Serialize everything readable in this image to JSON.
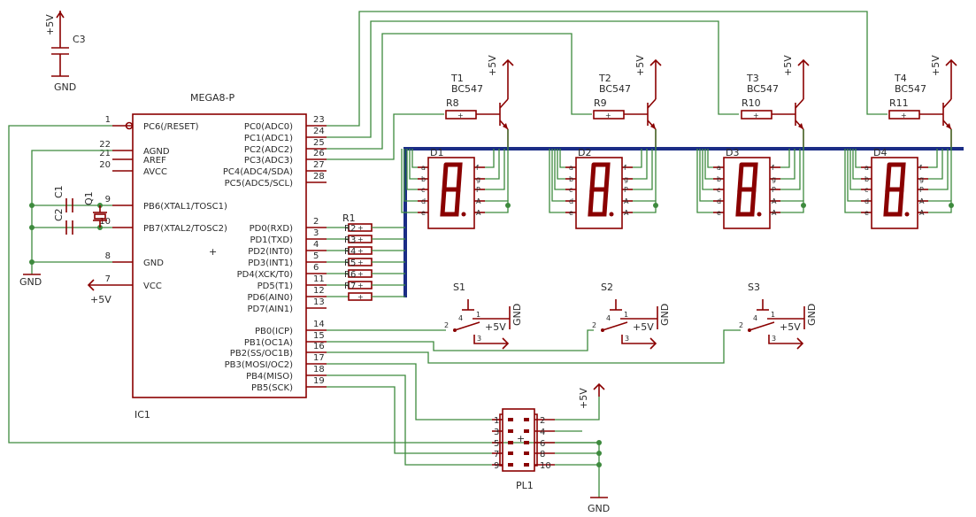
{
  "power": {
    "vcc": "+5V",
    "gnd": "GND"
  },
  "mcu": {
    "part": "MEGA8-P",
    "ref": "IC1",
    "center_mark": "+",
    "left_pins": [
      {
        "num": "1",
        "name": "PC6(/RESET)"
      },
      {
        "num": "22",
        "name": "AGND"
      },
      {
        "num": "21",
        "name": "AREF"
      },
      {
        "num": "20",
        "name": "AVCC"
      },
      {
        "num": "9",
        "name": "PB6(XTAL1/TOSC1)"
      },
      {
        "num": "10",
        "name": "PB7(XTAL2/TOSC2)"
      },
      {
        "num": "8",
        "name": "GND"
      },
      {
        "num": "7",
        "name": "VCC"
      }
    ],
    "right_pins": [
      {
        "num": "23",
        "name": "PC0(ADC0)"
      },
      {
        "num": "24",
        "name": "PC1(ADC1)"
      },
      {
        "num": "25",
        "name": "PC2(ADC2)"
      },
      {
        "num": "26",
        "name": "PC3(ADC3)"
      },
      {
        "num": "27",
        "name": "PC4(ADC4/SDA)"
      },
      {
        "num": "28",
        "name": "PC5(ADC5/SCL)"
      },
      {
        "num": "2",
        "name": "PD0(RXD)"
      },
      {
        "num": "3",
        "name": "PD1(TXD)"
      },
      {
        "num": "4",
        "name": "PD2(INT0)"
      },
      {
        "num": "5",
        "name": "PD3(INT1)"
      },
      {
        "num": "6",
        "name": "PD4(XCK/T0)"
      },
      {
        "num": "11",
        "name": "PD5(T1)"
      },
      {
        "num": "12",
        "name": "PD6(AIN0)"
      },
      {
        "num": "13",
        "name": "PD7(AIN1)"
      },
      {
        "num": "14",
        "name": "PB0(ICP)"
      },
      {
        "num": "15",
        "name": "PB1(OC1A)"
      },
      {
        "num": "16",
        "name": "PB2(SS/OC1B)"
      },
      {
        "num": "17",
        "name": "PB3(MOSI/OC2)"
      },
      {
        "num": "18",
        "name": "PB4(MISO)"
      },
      {
        "num": "19",
        "name": "PB5(SCK)"
      }
    ]
  },
  "components": {
    "c1": "C1",
    "c2": "C2",
    "c3": "C3",
    "q1": "Q1",
    "r1": "R1",
    "r1_segments": [
      "R2",
      "R3",
      "R4",
      "R5",
      "R6",
      "R7"
    ]
  },
  "transistors": [
    {
      "ref": "T1",
      "part": "BC547",
      "resistor": "R8"
    },
    {
      "ref": "T2",
      "part": "BC547",
      "resistor": "R9"
    },
    {
      "ref": "T3",
      "part": "BC547",
      "resistor": "R10"
    },
    {
      "ref": "T4",
      "part": "BC547",
      "resistor": "R11"
    }
  ],
  "displays": {
    "refs": [
      "D1",
      "D2",
      "D3",
      "D4"
    ],
    "left_pins": [
      "a",
      "b",
      "c",
      "d",
      "e"
    ],
    "right_pins": [
      "f",
      "g",
      "P",
      "A",
      "A"
    ]
  },
  "switches": {
    "refs": [
      "S1",
      "S2",
      "S3"
    ],
    "pins": [
      "1",
      "2",
      "3",
      "4"
    ]
  },
  "header": {
    "ref": "PL1",
    "left_pins": [
      "1",
      "3",
      "5",
      "7",
      "9"
    ],
    "right_pins": [
      "2",
      "4",
      "6",
      "8",
      "10"
    ]
  }
}
